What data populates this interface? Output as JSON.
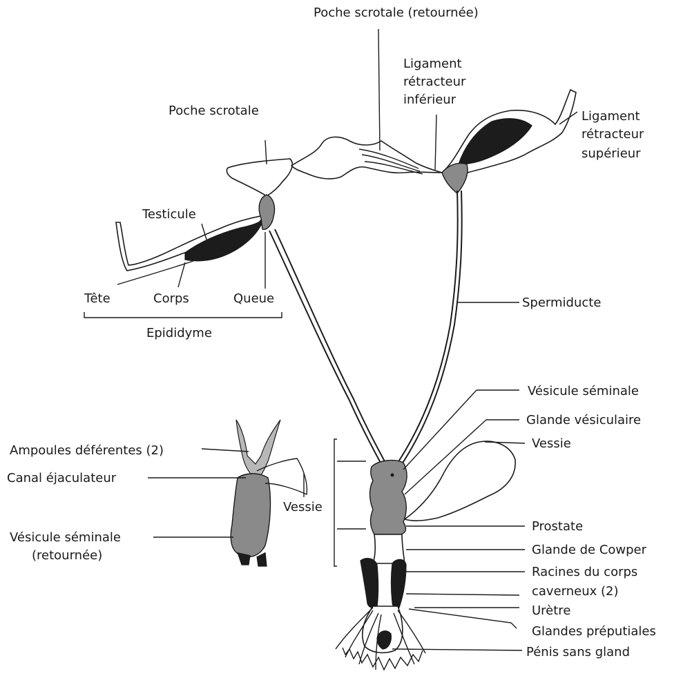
{
  "labels": {
    "poche_scrotale_retournee": "Poche scrotale (retournée)",
    "ligament_inf_1": "Ligament",
    "ligament_inf_2": "rétracteur",
    "ligament_inf_3": "inférieur",
    "poche_scrotale": "Poche scrotale",
    "ligament_sup_1": "Ligament",
    "ligament_sup_2": "rétracteur",
    "ligament_sup_3": "supérieur",
    "testicule": "Testicule",
    "tete": "Tête",
    "corps": "Corps",
    "queue": "Queue",
    "epididyme": "Epididyme",
    "spermiducte": "Spermiducte",
    "vesicule_seminale": "Vésicule séminale",
    "glande_vesiculaire": "Glande vésiculaire",
    "vessie": "Vessie",
    "ampoules_deferentes": "Ampoules déférentes (2)",
    "canal_ejaculateur": "Canal éjaculateur",
    "vessie_inset": "Vessie",
    "vesicule_seminale_retournee_1": "Vésicule séminale",
    "vesicule_seminale_retournee_2": "(retournée)",
    "prostate": "Prostate",
    "glande_cowper": "Glande de Cowper",
    "racines_1": "Racines du corps",
    "racines_2": "caverneux (2)",
    "uretre": "Urètre",
    "glandes_preputiales": "Glandes préputiales",
    "penis": "Pénis sans gland"
  },
  "colors": {
    "ink": "#1a1a1a",
    "dark_tissue": "#1c1c1c",
    "grey_tissue": "#8a8a8a",
    "light_tissue": "#b8b8b8"
  }
}
